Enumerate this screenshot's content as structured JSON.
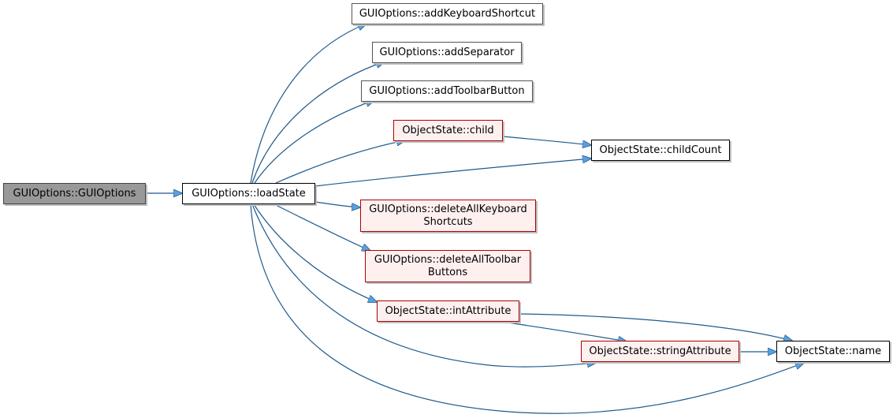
{
  "nodes": {
    "gui_options": "GUIOptions::GUIOptions",
    "load_state": "GUIOptions::loadState",
    "add_keyboard_shortcut": "GUIOptions::addKeyboardShortcut",
    "add_separator": "GUIOptions::addSeparator",
    "add_toolbar_button": "GUIOptions::addToolbarButton",
    "child": "ObjectState::child",
    "child_count": "ObjectState::childCount",
    "delete_all_keyboard_shortcuts_line1": "GUIOptions::deleteAllKeyboard",
    "delete_all_keyboard_shortcuts_line2": "Shortcuts",
    "delete_all_toolbar_buttons_line1": "GUIOptions::deleteAllToolbar",
    "delete_all_toolbar_buttons_line2": "Buttons",
    "int_attribute": "ObjectState::intAttribute",
    "string_attribute": "ObjectState::stringAttribute",
    "name": "ObjectState::name"
  },
  "colors": {
    "edge": "#1f5a8c",
    "arrowhead": "#5aa0e0",
    "root_fill": "#999999",
    "highlight_border": "#b00000",
    "highlight_fill": "#fff0f0"
  }
}
